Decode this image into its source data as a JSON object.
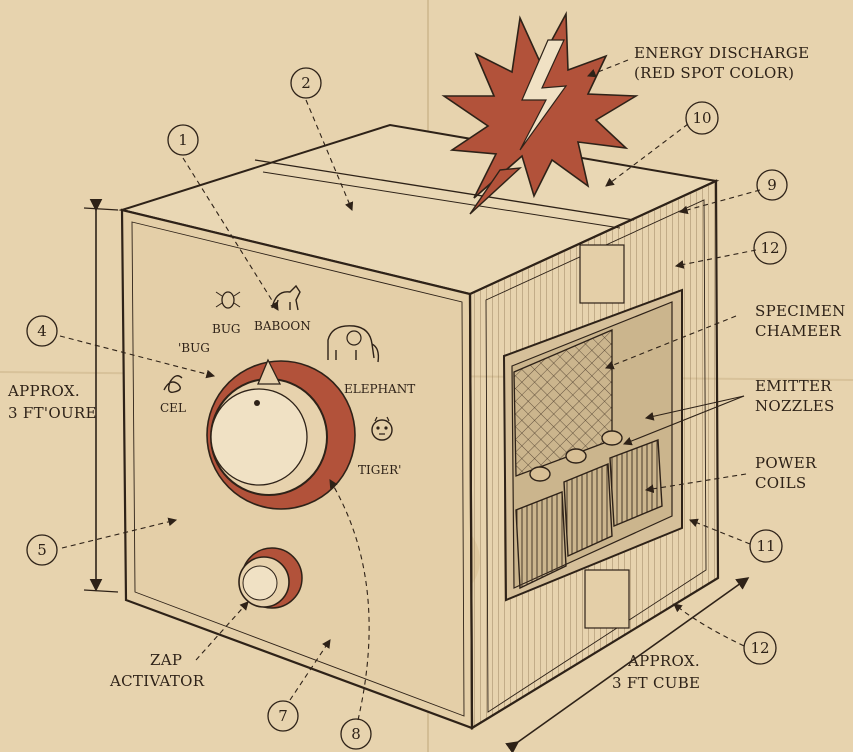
{
  "callouts": {
    "energy_discharge": [
      "ENERGY DISCHARGE",
      "(RED SPOT COLOR)"
    ],
    "specimen_chamber": [
      "SPECIMEN",
      "CHAMEER"
    ],
    "emitter_nozzles": [
      "EMITTER",
      "NOZZLES"
    ],
    "power_coils": [
      "POWER",
      "COILS"
    ],
    "zap_activator": [
      "ZAP",
      "ACTIVATOR"
    ],
    "size_left": [
      "APPROX.",
      "3 FT'OURE"
    ],
    "size_right": [
      "APPROX.",
      "3 FT CUBE"
    ]
  },
  "dial_labels": {
    "bug": "BUG",
    "baboon": "BABOON",
    "bug2": "'BUG",
    "elephant": "ELEPHANT",
    "cel": "CEL",
    "tiger": "TIGER'"
  },
  "markers": [
    "1",
    "2",
    "4",
    "5",
    "7",
    "8",
    "9",
    "10",
    "11",
    "12",
    "12"
  ],
  "colors": {
    "paper": "#e7d3ae",
    "ink": "#2e2218",
    "red_spot": "#b2523a"
  }
}
